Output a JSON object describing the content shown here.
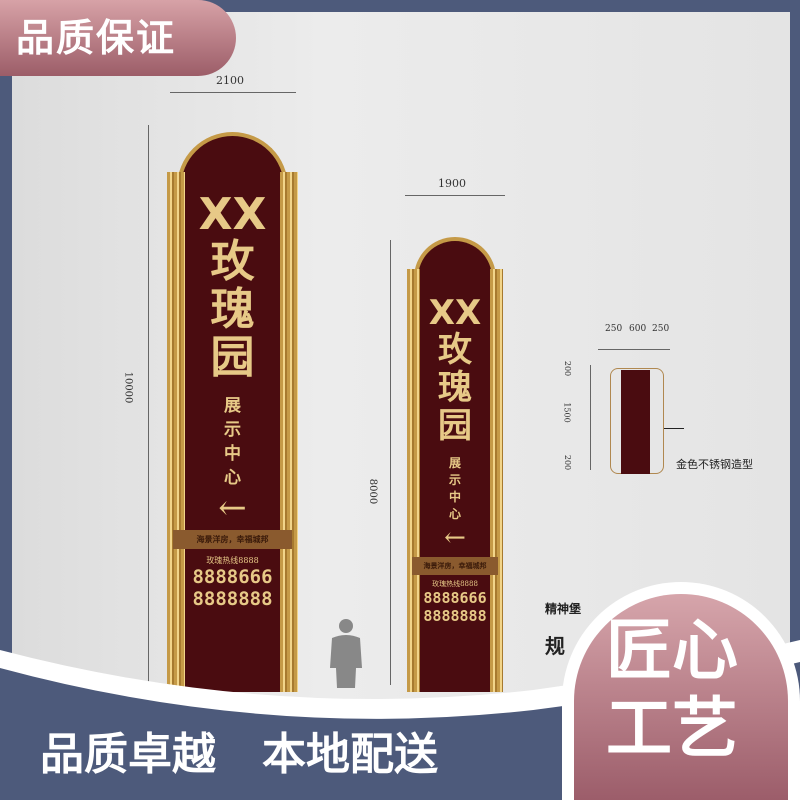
{
  "badge": "品质保证",
  "dimensions": {
    "left_width": "2100",
    "left_height": "10000",
    "right_width": "1900",
    "right_height": "8000"
  },
  "left_sign": {
    "title": [
      "XX",
      "玫",
      "瑰",
      "园"
    ],
    "sub": [
      "展",
      "示",
      "中",
      "心"
    ],
    "arrow": "←",
    "slogan": "海景洋房，幸福城邦",
    "hotline": "玫瑰热线8888",
    "phone1": "8888666",
    "phone2": "8888888"
  },
  "right_sign": {
    "title": [
      "XX",
      "玫",
      "瑰",
      "园"
    ],
    "sub": [
      "展",
      "示",
      "中",
      "心"
    ],
    "arrow": "←",
    "slogan": "海景洋房，幸福城邦",
    "hotline": "玫瑰热线8888",
    "phone1": "8888666",
    "phone2": "8888888"
  },
  "detail": {
    "widths": [
      "250",
      "600",
      "250"
    ],
    "heights": [
      "200",
      "1500",
      "200"
    ],
    "label": "金色不锈钢造型",
    "caption1": "精神堡",
    "caption2": "规"
  },
  "circle": {
    "line1": "匠心",
    "line2": "工艺"
  },
  "bottom": "品质卓越   本地配送",
  "colors": {
    "navy": "#4d5a7b",
    "pink": "#c08890",
    "maroon": "#4a0c10",
    "gold": "#c59a47"
  }
}
